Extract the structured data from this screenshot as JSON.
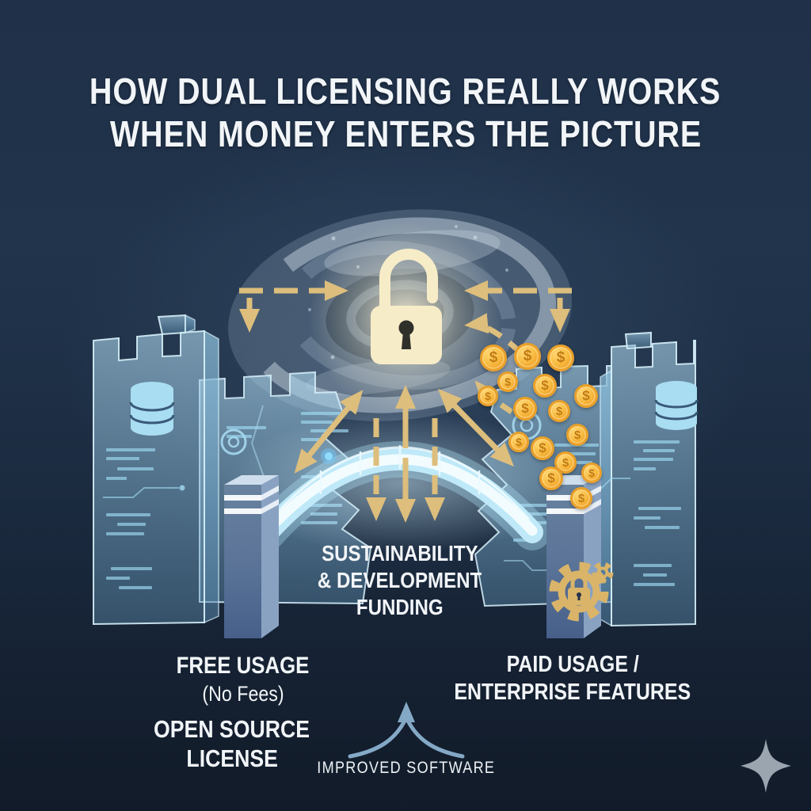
{
  "title": {
    "line1": "HOW DUAL LICENSING REALLY WORKS",
    "line2": "WHEN MONEY ENTERS THE PICTURE"
  },
  "labels": {
    "center_funding": {
      "line1": "SUSTAINABILITY",
      "line2": "& DEVELOPMENT",
      "line3": "FUNDING"
    },
    "left_side": {
      "usage": "FREE USAGE",
      "usage_note": "(No Fees)",
      "license_line1": "OPEN SOURCE",
      "license_line2": "LICENSE"
    },
    "right_side": {
      "usage_line1": "PAID USAGE /",
      "usage_line2": "ENTERPRISE FEATURES"
    },
    "bottom": {
      "result": "IMPROVED SOFTWARE"
    }
  },
  "icons": {
    "padlock": "open-shackle padlock",
    "gear_lock": "gear with padlock",
    "database": "database cylinder",
    "dollar_coin": "$",
    "sparkle": "four-point star",
    "flow_arrows": "dashed gold arrows"
  },
  "coins": {
    "symbol": "$",
    "positions": [
      [
        623,
        452,
        34
      ],
      [
        666,
        450,
        34
      ],
      [
        708,
        452,
        34
      ],
      [
        641,
        482,
        26
      ],
      [
        688,
        487,
        30
      ],
      [
        616,
        500,
        26
      ],
      [
        740,
        500,
        30
      ],
      [
        663,
        516,
        30
      ],
      [
        706,
        519,
        28
      ],
      [
        729,
        549,
        28
      ],
      [
        655,
        558,
        26
      ],
      [
        685,
        566,
        30
      ],
      [
        714,
        584,
        28
      ],
      [
        747,
        597,
        26
      ],
      [
        696,
        604,
        30
      ],
      [
        734,
        629,
        28
      ]
    ]
  },
  "colors": {
    "background_navy": "#1d2e44",
    "title_white": "#f2f5f8",
    "arrow_gold": "#ddbe7c",
    "lock_cream": "#f7ecc8",
    "coin_orange": "#f2a930",
    "wall_blue": "#9fd0e8",
    "pillar_slate": "#5f7aa3",
    "sparkle_grey": "#9aa5b0"
  }
}
